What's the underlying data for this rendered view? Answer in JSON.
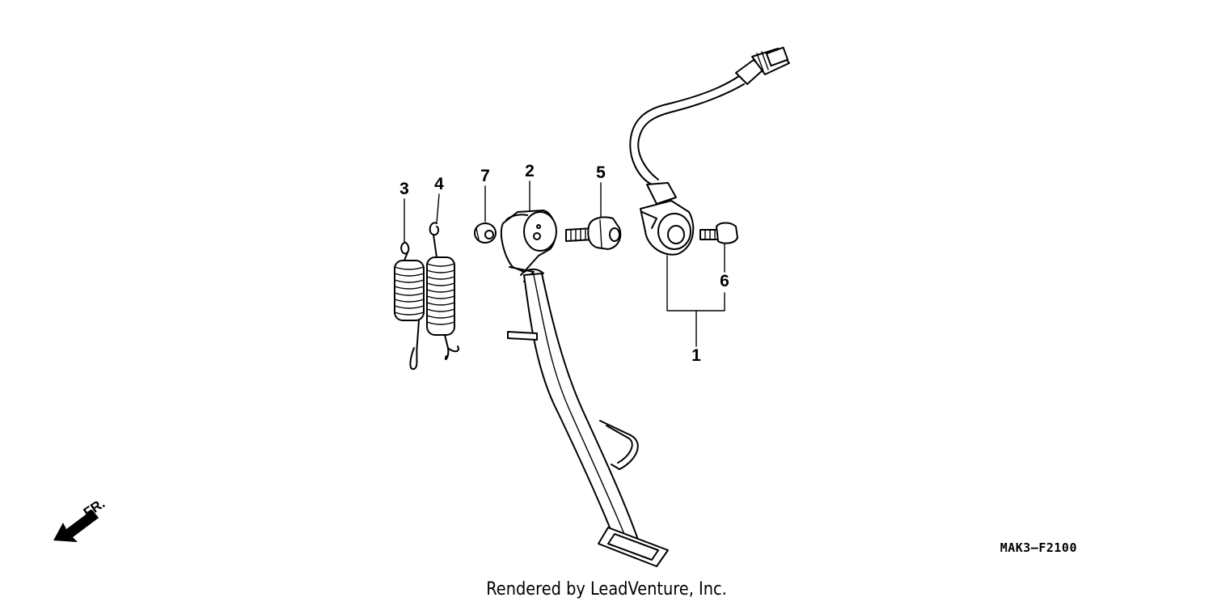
{
  "diagram": {
    "callouts": [
      "1",
      "2",
      "3",
      "4",
      "5",
      "6",
      "7"
    ],
    "direction_label": "FR.",
    "diagram_code": "MAK3–F2100",
    "credit": "Rendered by LeadVenture, Inc."
  }
}
